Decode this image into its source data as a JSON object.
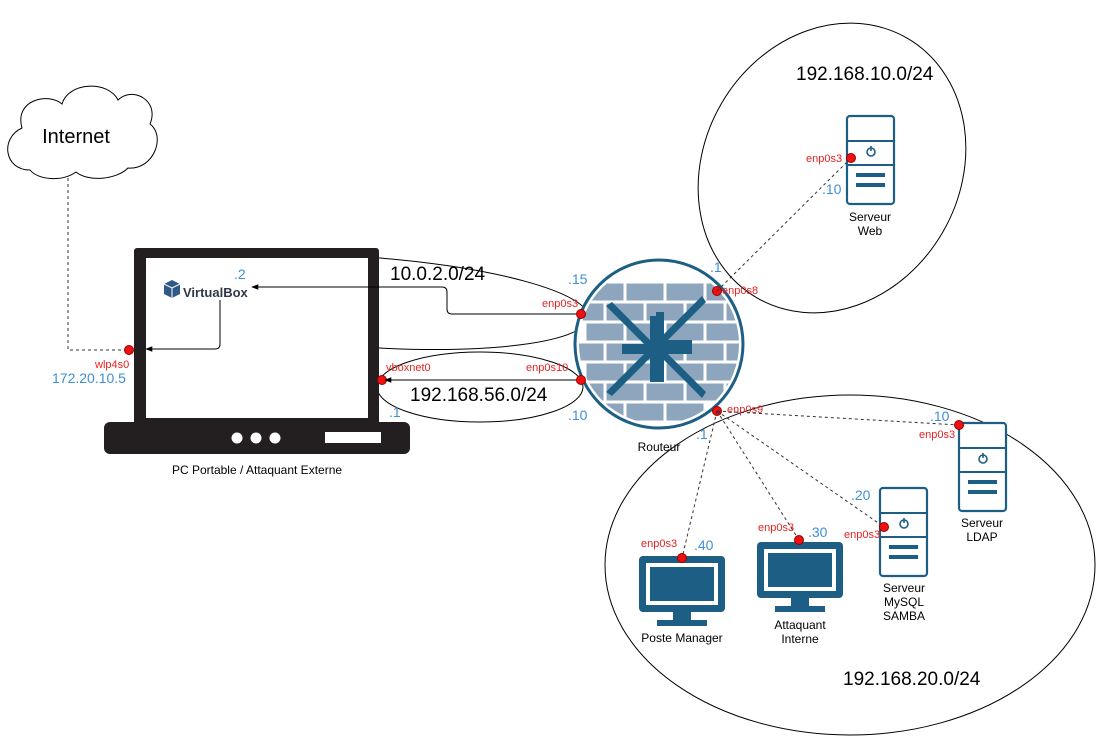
{
  "cloud": {
    "label": "Internet"
  },
  "laptop": {
    "label": "PC Portable / Attaquant Externe",
    "brand": "VirtualBox",
    "iface_wlan": "wlp4s0",
    "ip_wlan": "172.20.10.5",
    "iface_host": "vboxnet0",
    "ip_host": ".1",
    "ip_vbox": ".2"
  },
  "router": {
    "label": "Routeur",
    "iface_nat": "enp0s3",
    "ip_nat": ".15",
    "iface_host": "enp0s10",
    "ip_host": ".10",
    "iface_dmz": "enp0s8",
    "ip_dmz": ".1",
    "iface_lan": "enp0s9",
    "ip_lan": ".1"
  },
  "networks": {
    "nat": "10.0.2.0/24",
    "host": "192.168.56.0/24",
    "dmz": "192.168.10.0/24",
    "lan": "192.168.20.0/24"
  },
  "servers": [
    {
      "id": "web",
      "name_line1": "Serveur",
      "name_line2": "Web",
      "name_line3": "",
      "iface": "enp0s3",
      "ip": ".10"
    },
    {
      "id": "ldap",
      "name_line1": "Serveur",
      "name_line2": "LDAP",
      "name_line3": "",
      "iface": "enp0s3",
      "ip": ".10"
    },
    {
      "id": "mysql",
      "name_line1": "Serveur",
      "name_line2": "MySQL",
      "name_line3": "SAMBA",
      "iface": "enp0s3",
      "ip": ".20"
    }
  ],
  "workstations": [
    {
      "id": "manager",
      "name_line1": "Poste Manager",
      "name_line2": "",
      "iface": "enp0s3",
      "ip": ".40"
    },
    {
      "id": "attaquant",
      "name_line1": "Attaquant",
      "name_line2": "Interne",
      "iface": "enp0s3",
      "ip": ".30"
    }
  ],
  "colors": {
    "device": "#1d5f84",
    "interface": "#e52222",
    "ip": "#3f8fd6",
    "firewall": "#8ea6bd"
  }
}
